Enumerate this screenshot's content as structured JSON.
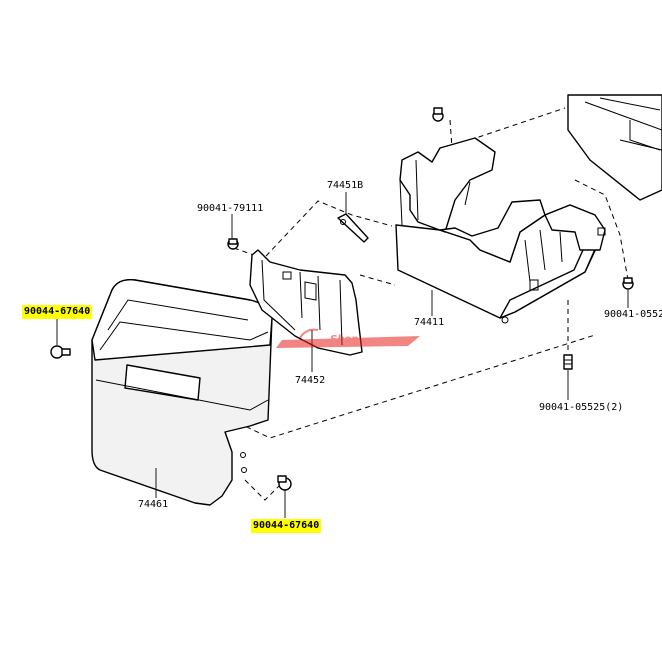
{
  "parts": [
    {
      "id": "p1",
      "number": "74451B",
      "highlighted": false
    },
    {
      "id": "p2",
      "number": "90041-79111",
      "highlighted": false
    },
    {
      "id": "p3",
      "number": "74411",
      "highlighted": false
    },
    {
      "id": "p4",
      "number": "90044-67640",
      "highlighted": true
    },
    {
      "id": "p5",
      "number": "74452",
      "highlighted": false
    },
    {
      "id": "p6",
      "number": "90041-0552",
      "highlighted": false
    },
    {
      "id": "p7",
      "number": "90041-05525(2)",
      "highlighted": false
    },
    {
      "id": "p8",
      "number": "74461",
      "highlighted": false
    },
    {
      "id": "p9",
      "number": "90044-67640",
      "highlighted": true
    }
  ],
  "colors": {
    "highlight": "#ffff00",
    "watermark": "#e8231e",
    "line": "#000000"
  },
  "icons": [
    "bolt-icon",
    "clip-icon",
    "watermark-logo"
  ]
}
